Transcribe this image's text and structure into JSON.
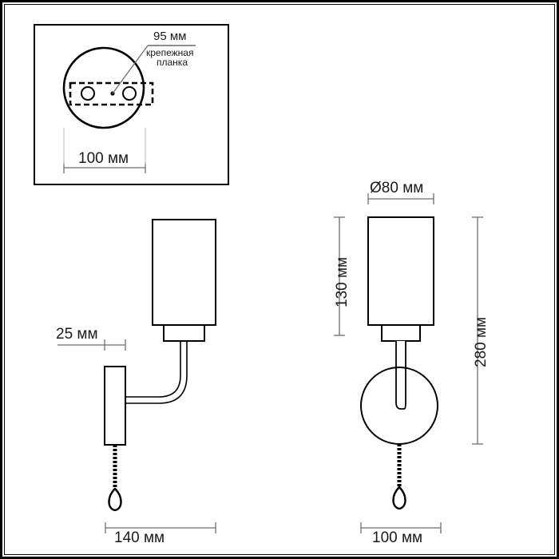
{
  "drawing": {
    "title": "Wall sconce technical dimension drawing",
    "unit_suffix": "мм",
    "line_color": "#000000",
    "dim_line_color": "#6e6e6e",
    "background": "#ffffff",
    "frame_color": "#000000"
  },
  "inset_detail": {
    "name": "mounting-plate-detail",
    "labels": {
      "diameter_callout": "95 мм",
      "callout_text_line1": "крепежная",
      "callout_text_line2": "планка",
      "width_dimension": "100 мм"
    }
  },
  "side_view": {
    "name": "side-view",
    "labels": {
      "projection": "25 мм",
      "width": "140 мм"
    }
  },
  "front_view": {
    "name": "front-view",
    "labels": {
      "shade_diameter": "Ø80 мм",
      "shade_height": "130 мм",
      "total_height": "280 мм",
      "base_width": "100 мм"
    }
  }
}
